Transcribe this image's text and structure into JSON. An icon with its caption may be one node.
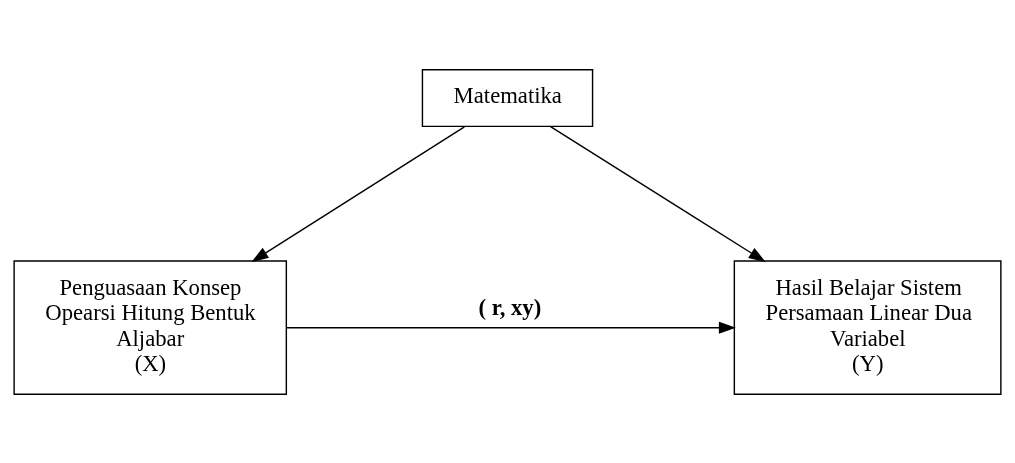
{
  "diagram": {
    "nodes": [
      {
        "text": [
          "Matematika"
        ]
      },
      {
        "text": [
          "Penguasaan Konsep Opearsi Hitung Bentuk Aljabar",
          "(X)"
        ]
      },
      {
        "text": [
          "Hasil Belajar Sistem Persamaan Linear Dua Variabel",
          "(Y)"
        ]
      }
    ],
    "edges": [
      {
        "from": 0,
        "to": 1,
        "arrow": "to"
      },
      {
        "from": 0,
        "to": 2,
        "arrow": "to"
      },
      {
        "from": 1,
        "to": 2,
        "arrow": "to",
        "label": "( r, xy)"
      }
    ]
  }
}
